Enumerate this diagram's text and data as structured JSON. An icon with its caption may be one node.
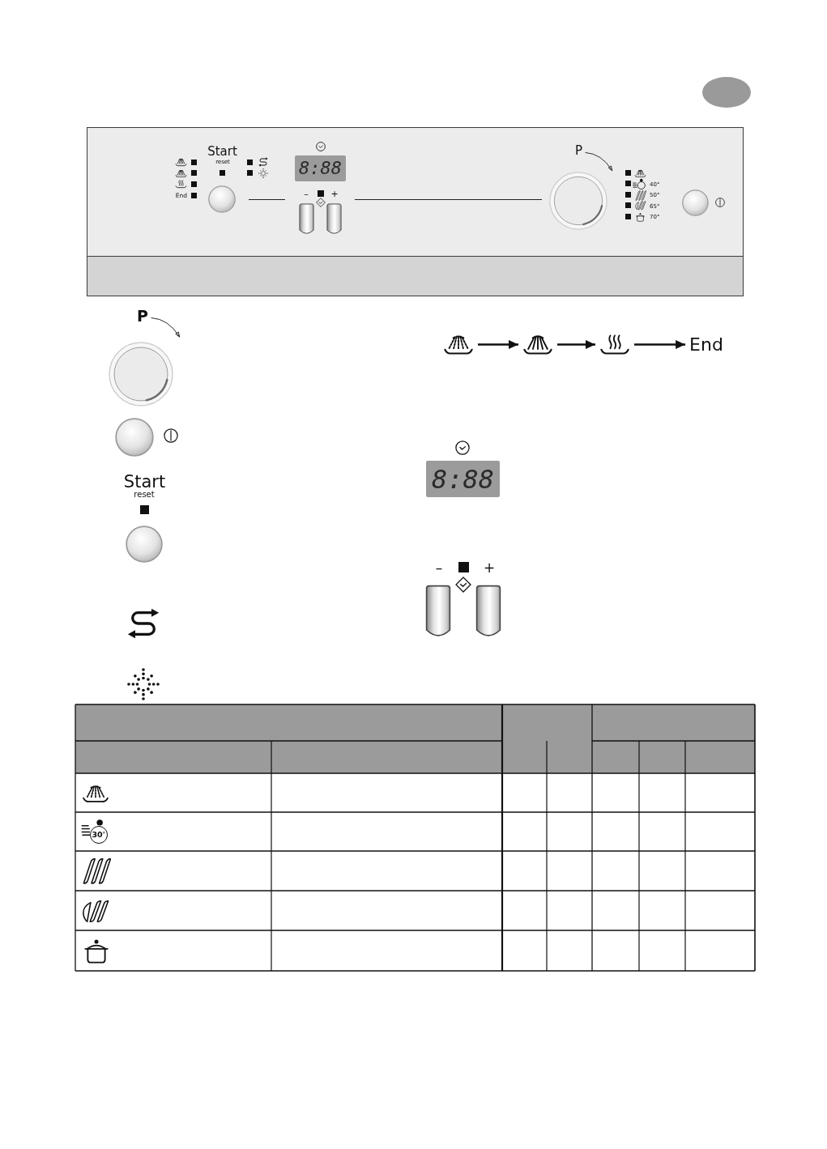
{
  "diagram": {
    "nodes": [
      {
        "text": [],
        "shape": "picture"
      },
      {
        "text": [],
        "shape": "picture"
      },
      {
        "text": [],
        "shape": "picture"
      },
      {
        "text": [
          "End"
        ]
      }
    ],
    "edges": [
      {
        "from": 0,
        "to": 1,
        "arrow": "to"
      },
      {
        "from": 1,
        "to": 2,
        "arrow": "to"
      },
      {
        "from": 2,
        "to": 3,
        "arrow": "to"
      }
    ],
    "labels": [
      "End",
      "Start",
      "reset",
      "8:88",
      "–",
      "+",
      "P",
      "40°",
      "50°",
      "65°",
      "70°",
      "P",
      "Start",
      "reset",
      "8:88",
      "–",
      "+",
      "30'"
    ]
  }
}
